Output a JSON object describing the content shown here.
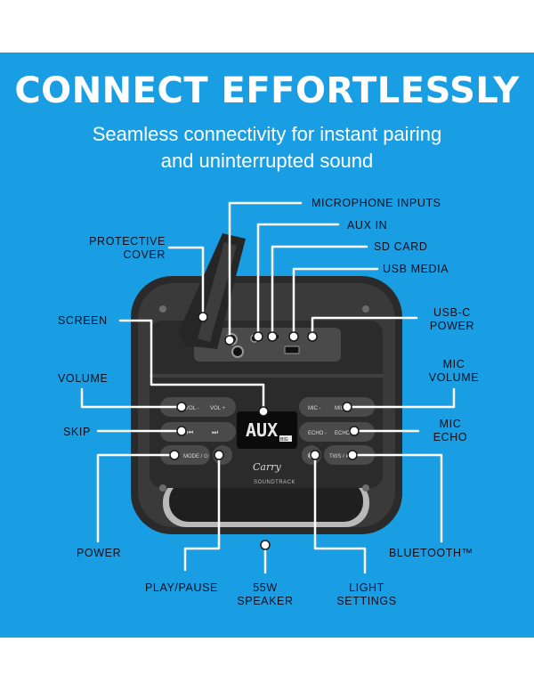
{
  "headline": "CONNECT EFFORTLESSLY",
  "subtitle_line1": "Seamless connectivity for instant pairing",
  "subtitle_line2": "and uninterrupted sound",
  "labels": {
    "microphone_inputs": "MICROPHONE INPUTS",
    "aux_in": "AUX IN",
    "sd_card": "SD CARD",
    "usb_media": "USB MEDIA",
    "usb_c_power_1": "USB-C",
    "usb_c_power_2": "POWER",
    "protective_cover_1": "PROTECTIVE",
    "protective_cover_2": "COVER",
    "screen": "SCREEN",
    "volume": "VOLUME",
    "skip": "SKIP",
    "power": "POWER",
    "play_pause": "PLAY/PAUSE",
    "speaker_1": "55W",
    "speaker_2": "SPEAKER",
    "light_settings_1": "LIGHT",
    "light_settings_2": "SETTINGS",
    "bluetooth": "BLUETOOTH™",
    "mic_volume_1": "MIC",
    "mic_volume_2": "VOLUME",
    "mic_echo_1": "MIC",
    "mic_echo_2": "ECHO"
  },
  "device": {
    "display_text": "AUX",
    "display_badge": "BIG",
    "btn_vol_minus": "VOL -",
    "btn_vol_plus": "VOL +",
    "btn_mic_minus": "MIC -",
    "btn_mic_plus": "MIC +",
    "btn_echo_minus": "ECHO -",
    "btn_echo_plus": "ECHO +",
    "btn_mode": "MODE / ⏻",
    "btn_tws": "TWS / ✱",
    "brand_script": "Carry",
    "brand_model": "SOUNDTRACK"
  }
}
